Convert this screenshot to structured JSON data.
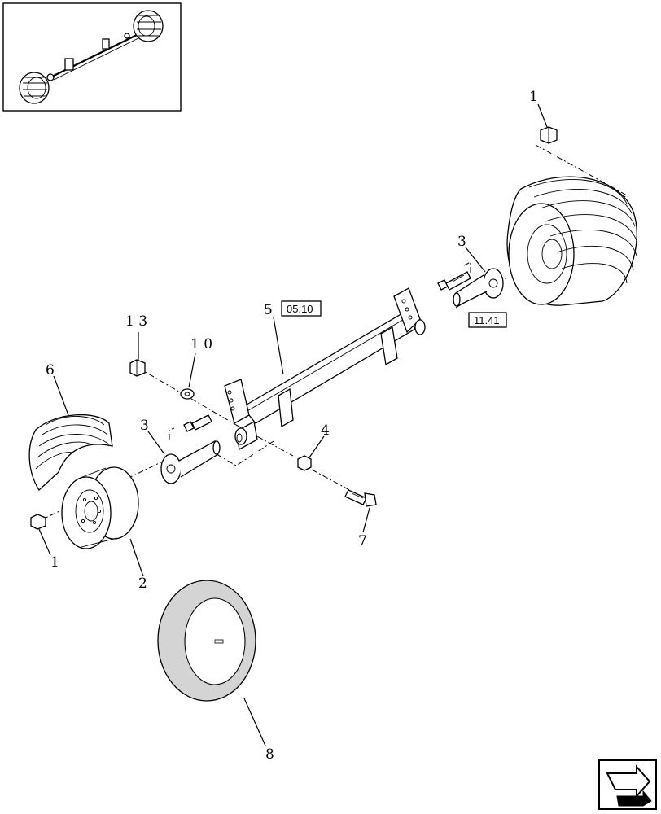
{
  "callouts": {
    "c1_top": "1",
    "c3_right": "3",
    "c5": "5",
    "c13": "1 3",
    "c10": "1 0",
    "c6": "6",
    "c3_left": "3",
    "c4": "4",
    "c1_bottom": "1",
    "c2": "2",
    "c7": "7",
    "c8": "8"
  },
  "refs": {
    "frame_ref": "05.10",
    "wheel_ref": "11.41"
  },
  "icons": {
    "thumbnail": "assembly-thumbnail",
    "nav": "navigation-arrow-icon"
  }
}
